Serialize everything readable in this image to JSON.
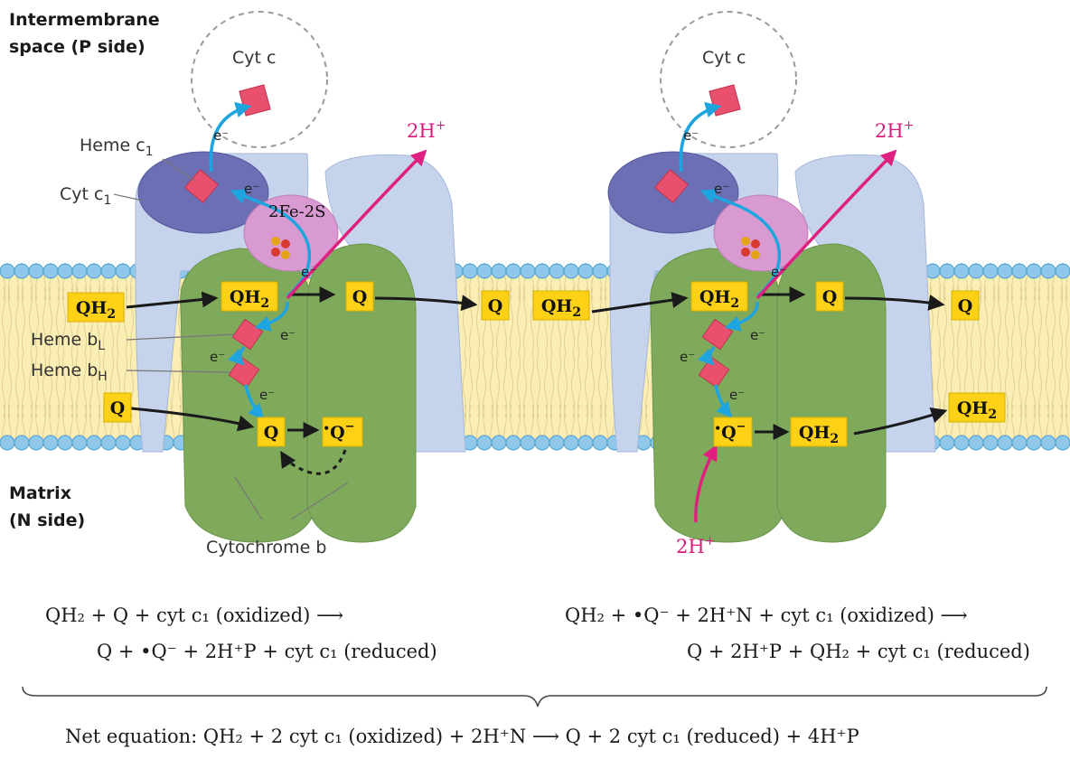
{
  "labels": {
    "p_side_line1": "Intermembrane",
    "p_side_line2": "space (P side)",
    "n_side_line1": "Matrix",
    "n_side_line2": "(N side)",
    "cyt_c": "Cyt c",
    "heme_c1": "Heme c",
    "heme_c1_sub": "1",
    "cyt_c1": "Cyt c",
    "cyt_c1_sub": "1",
    "fes": "2Fe-2S",
    "heme_bl": "Heme b",
    "heme_bl_sub": "L",
    "heme_bh": "Heme b",
    "heme_bh_sub": "H",
    "cyt_b": "Cytochrome b",
    "electron": "e⁻",
    "two_h": "2H",
    "plus": "+"
  },
  "molecules": {
    "qh2": "QH",
    "qh2_sub": "2",
    "q": "Q",
    "semiquinone": "Q"
  },
  "equations": {
    "left_line1": "QH₂ + Q + cyt c₁ (oxidized) ⟶",
    "left_line2": "Q + •Q⁻ + 2H⁺P + cyt c₁ (reduced)",
    "right_line1": "QH₂ + •Q⁻ + 2H⁺N + cyt c₁ (oxidized) ⟶",
    "right_line2": "Q + 2H⁺P + QH₂ + cyt c₁ (reduced)",
    "net": "Net equation: QH₂ + 2 cyt c₁ (oxidized) + 2H⁺N ⟶ Q + 2 cyt c₁ (reduced) + 4H⁺P"
  },
  "colors": {
    "membrane": "#fbeeb4",
    "lipid_head": "#8fc8ea",
    "lipid_head_edge": "#4a9fd0",
    "complex_body": "#c5d3ec",
    "cyt_b": "#7faa5c",
    "cyt_c1": "#6d6fb5",
    "fes_protein": "#d99ad1",
    "heme": "#e8506e",
    "electron_arrow": "#1ea5e0",
    "proton_arrow": "#e0207f",
    "quinone_box": "#fcd116"
  }
}
